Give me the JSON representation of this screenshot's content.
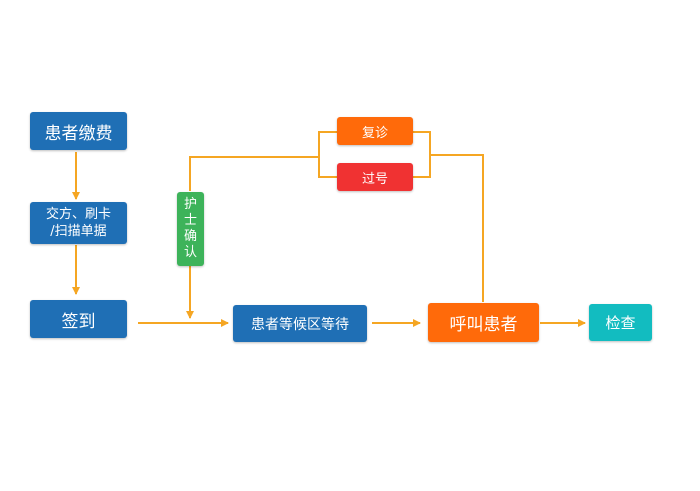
{
  "nodes": {
    "pay": "患者缴费",
    "prescription_line1": "交方、刷卡",
    "prescription_line2": "/扫描单据",
    "checkin": "签到",
    "nurse_confirm_chars": [
      "护",
      "士",
      "确",
      "认"
    ],
    "waiting": "患者等候区等待",
    "call": "呼叫患者",
    "exam": "检查",
    "revisit": "复诊",
    "skip": "过号"
  },
  "colors": {
    "blue": "#1f6fb5",
    "orange": "#ff6a0a",
    "red": "#f03232",
    "green": "#3db35a",
    "teal": "#12bcc0",
    "line": "#f5a623"
  }
}
